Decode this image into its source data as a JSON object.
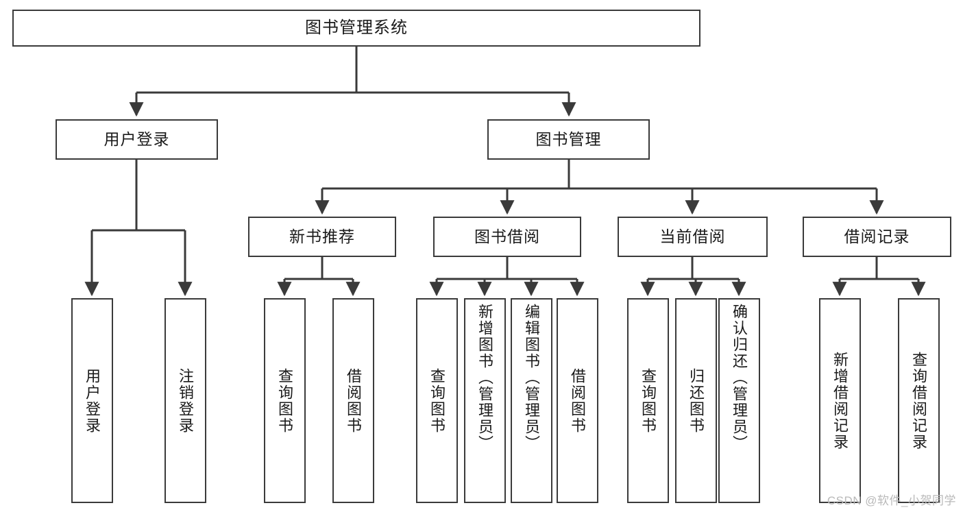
{
  "diagram": {
    "type": "tree",
    "title": "图书管理系统",
    "watermark": "CSDN @软件_小贺同学",
    "nodes": {
      "root": {
        "label": "图书管理系统"
      },
      "level2": [
        {
          "id": "user-login",
          "label": "用户登录"
        },
        {
          "id": "book-management",
          "label": "图书管理"
        }
      ],
      "level3": [
        {
          "id": "new-book-recommend",
          "label": "新书推荐"
        },
        {
          "id": "book-borrow",
          "label": "图书借阅"
        },
        {
          "id": "current-borrow",
          "label": "当前借阅"
        },
        {
          "id": "borrow-record",
          "label": "借阅记录"
        }
      ],
      "leaves": {
        "user_login": [
          {
            "id": "leaf-user-login",
            "label": "用户登录"
          },
          {
            "id": "leaf-logout-login",
            "label": "注销登录"
          }
        ],
        "new_book_recommend": [
          {
            "id": "leaf-query-book-1",
            "label": "查询图书"
          },
          {
            "id": "leaf-borrow-book-1",
            "label": "借阅图书"
          }
        ],
        "book_borrow": [
          {
            "id": "leaf-query-book-2",
            "label": "查询图书"
          },
          {
            "id": "leaf-add-book",
            "label": "新增图书（管理员）"
          },
          {
            "id": "leaf-edit-book",
            "label": "编辑图书（管理员）"
          },
          {
            "id": "leaf-borrow-book-2",
            "label": "借阅图书"
          }
        ],
        "current_borrow": [
          {
            "id": "leaf-query-book-3",
            "label": "查询图书"
          },
          {
            "id": "leaf-return-book",
            "label": "归还图书"
          },
          {
            "id": "leaf-confirm-return",
            "label": "确认归还（管理员）"
          }
        ],
        "borrow_record": [
          {
            "id": "leaf-add-record",
            "label": "新增借阅记录"
          },
          {
            "id": "leaf-query-record",
            "label": "查询借阅记录"
          }
        ]
      }
    },
    "colors": {
      "stroke": "#3a3a3a",
      "fill": "#ffffff",
      "text": "#1a1a1a",
      "watermark": "#b9b9b9"
    }
  }
}
